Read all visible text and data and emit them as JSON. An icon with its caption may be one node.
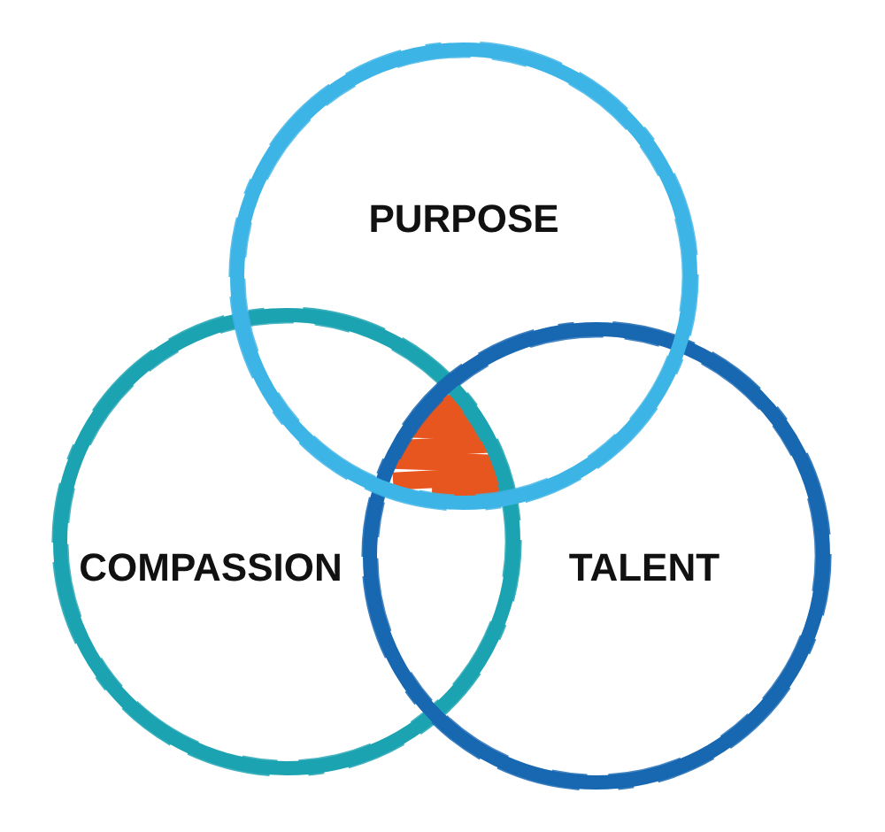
{
  "diagram": {
    "nodes": [
      {
        "text": [
          "PURPOSE"
        ]
      },
      {
        "text": [
          "COMPASSION"
        ]
      },
      {
        "text": [
          "TALENT"
        ]
      }
    ]
  }
}
